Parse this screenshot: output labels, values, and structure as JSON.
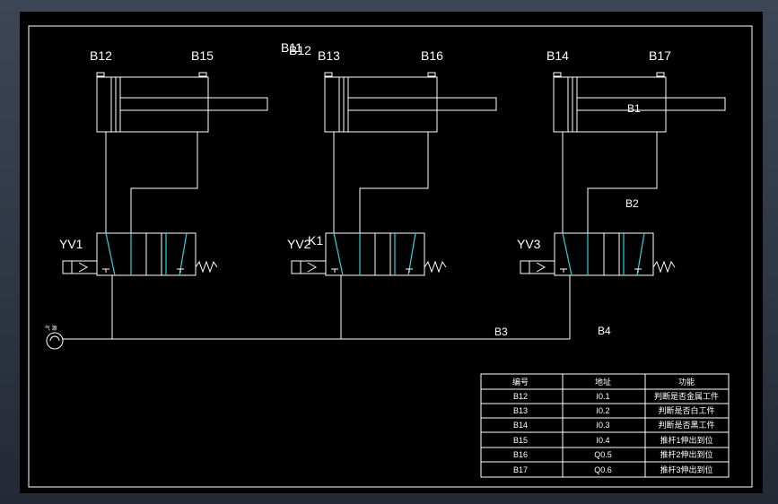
{
  "labels": {
    "b12": "B12",
    "b15": "B15",
    "b13": "B13",
    "b16": "B16",
    "b14": "B14",
    "b17": "B17",
    "b_overlap_a": "B11",
    "b_overlap_b": "B12",
    "b1": "B1",
    "b2": "B2",
    "b3": "B3",
    "b4": "B4",
    "yv1": "YV1",
    "yv2": "YV2",
    "yv3": "YV3",
    "k1": "K1",
    "air_source": "气 源"
  },
  "table": {
    "headers": [
      "编号",
      "地址",
      "功能"
    ],
    "rows": [
      [
        "B12",
        "I0.1",
        "判断是否金属工件"
      ],
      [
        "B13",
        "I0.2",
        "判断是否白工件"
      ],
      [
        "B14",
        "I0.3",
        "判断是否黑工件"
      ],
      [
        "B15",
        "I0.4",
        "推杆1伸出到位"
      ],
      [
        "B16",
        "Q0.5",
        "推杆2伸出到位"
      ],
      [
        "B17",
        "Q0.6",
        "推杆3伸出到位"
      ]
    ]
  },
  "colors": {
    "background": "#000000",
    "line": "#ffffff",
    "flow_arrow": "#29d3e0"
  }
}
